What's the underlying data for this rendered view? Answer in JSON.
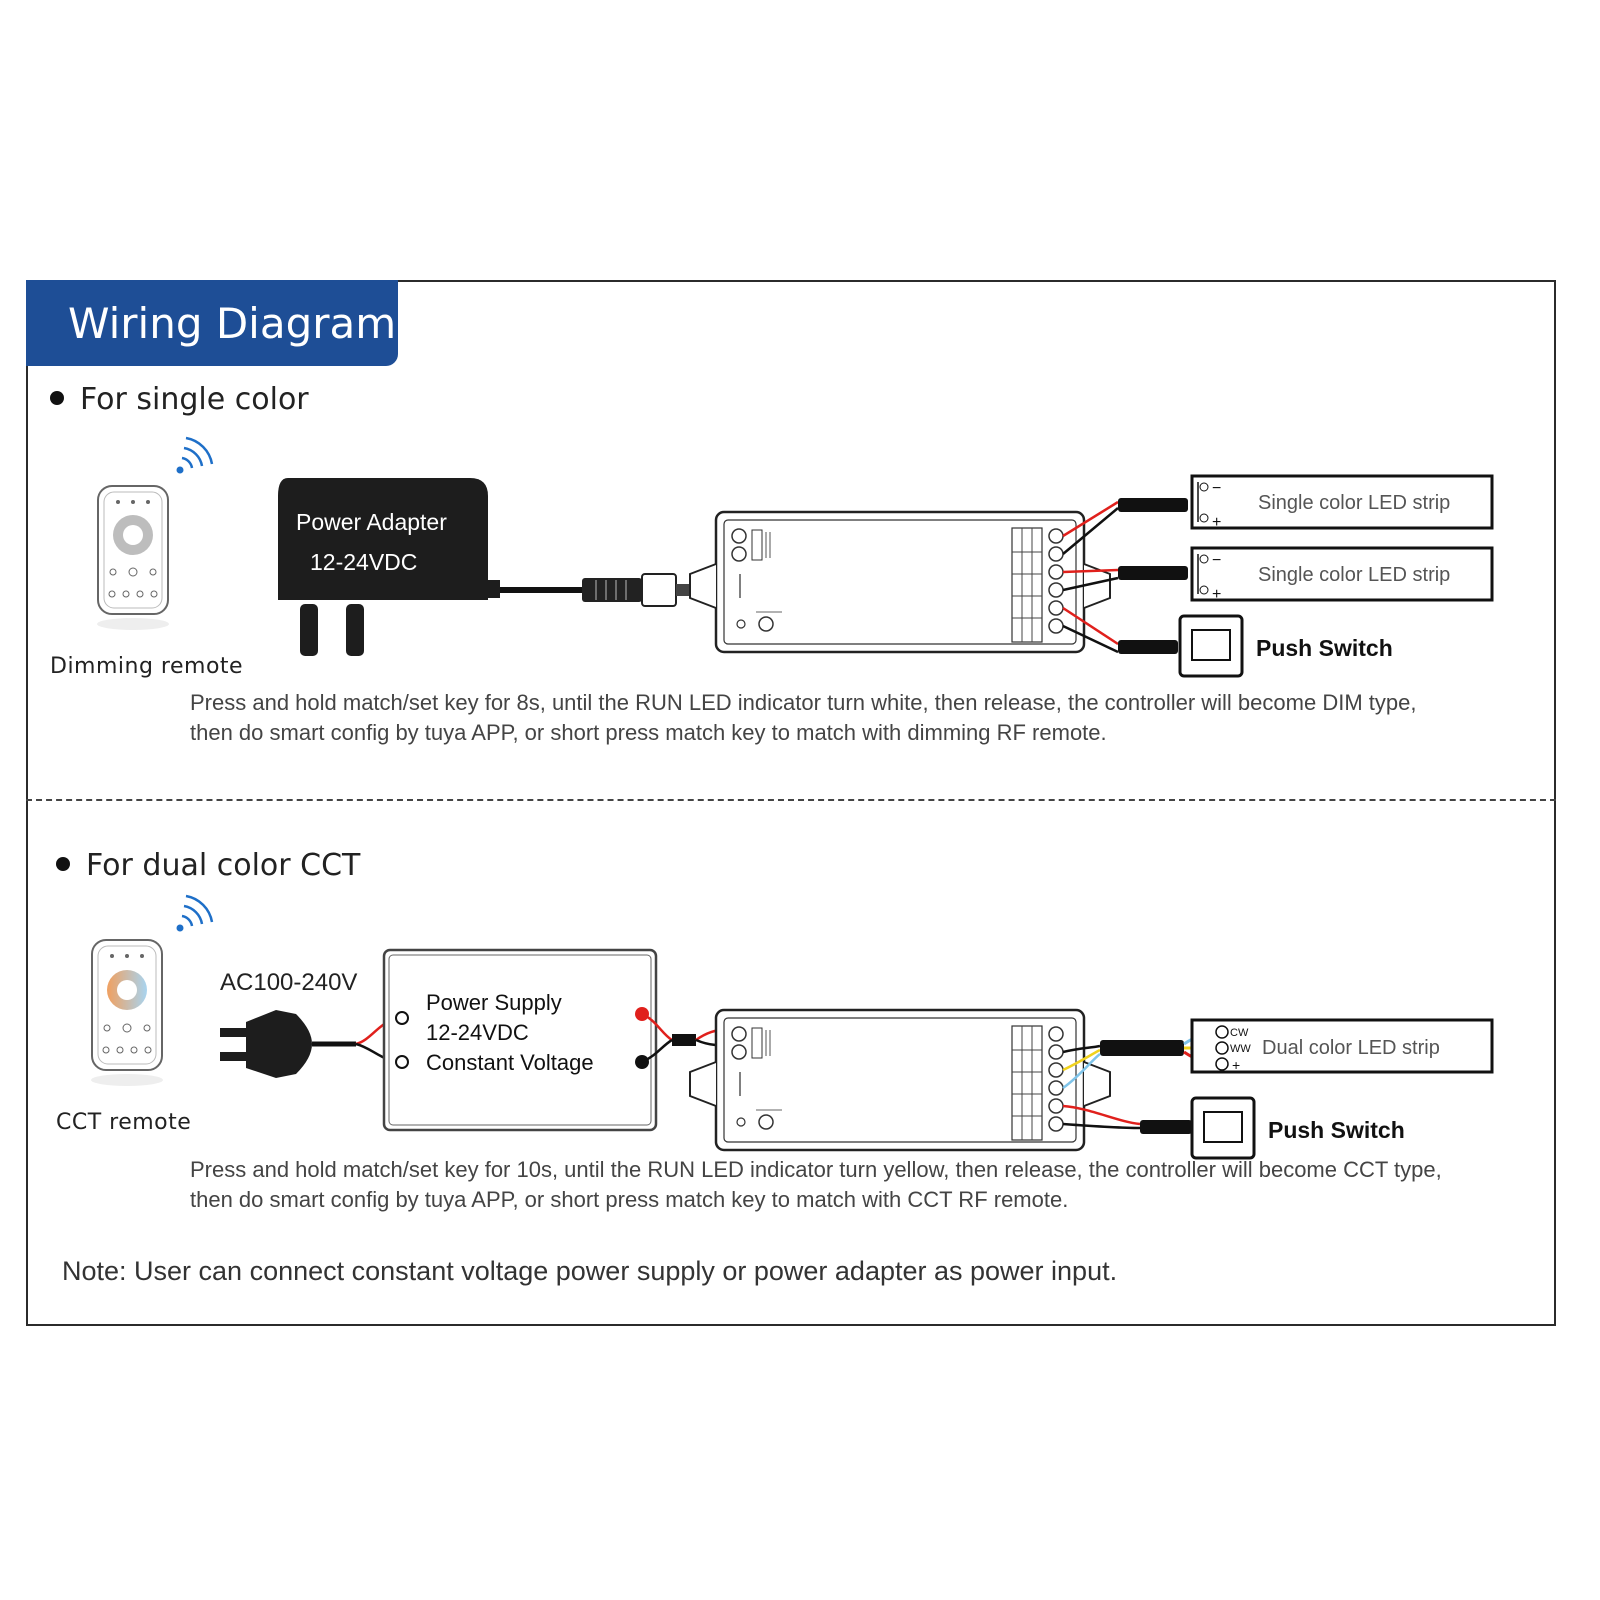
{
  "title": "Wiring Diagram",
  "single": {
    "heading": "For single color",
    "remote_label": "Dimming remote",
    "adapter_line1": "Power Adapter",
    "adapter_line2": "12-24VDC",
    "strip1": "Single color LED strip",
    "strip2": "Single color LED strip",
    "switch_label": "Push Switch",
    "desc_line1": "Press and hold match/set key for 8s, until the RUN LED indicator turn white, then release, the controller will become DIM type,",
    "desc_line2": "then do  smart  config by  tuya  APP, or  short press match key to match with dimming  RF  remote."
  },
  "cct": {
    "heading": "For dual color CCT",
    "remote_label": "CCT remote",
    "ac_label": "AC100-240V",
    "psu_line1": "Power Supply",
    "psu_line2": "12-24VDC",
    "psu_line3": "Constant Voltage",
    "strip": "Dual color LED strip",
    "strip_cw": "CW",
    "strip_ww": "WW",
    "switch_label": "Push Switch",
    "desc_line1": "Press and hold match/set key for 10s, until the RUN LED indicator turn yellow, then release, the controller will become CCT type,",
    "desc_line2": "then do  smart  config by  tuya  APP, or  short press match key to match  with CCT  RF  remote."
  },
  "note": "Note: User can connect constant voltage power supply or power adapter as power input.",
  "colors": {
    "title_bg": "#1e4e96",
    "wire_red": "#e0201c",
    "wire_black": "#111111",
    "wire_blue": "#7fc4ea",
    "wire_yellow": "#f0d21e",
    "remote_warm": "#f0a060",
    "remote_cool": "#a8d4f0"
  },
  "icons": [
    "wifi-signal-icon",
    "remote-control-icon",
    "plug-icon",
    "push-switch-icon",
    "controller-icon",
    "led-strip-icon"
  ]
}
